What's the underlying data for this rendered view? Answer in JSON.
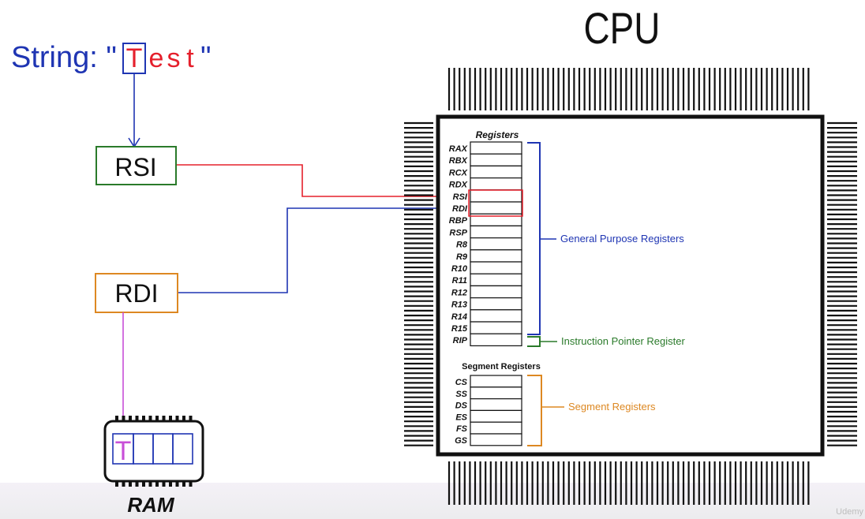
{
  "string_prefix": "String: \"",
  "string_chars": [
    "T",
    "e",
    "s",
    "t"
  ],
  "string_suffix": "\"",
  "cpu_title": "CPU",
  "rsi_box": "RSI",
  "rdi_box": "RDI",
  "ram_label": "RAM",
  "ram_first_cell": "T",
  "registers_title": "Registers",
  "general_registers": [
    "RAX",
    "RBX",
    "RCX",
    "RDX",
    "RSI",
    "RDI",
    "RBP",
    "RSP",
    "R8",
    "R9",
    "R10",
    "R11",
    "R12",
    "R13",
    "R14",
    "R15"
  ],
  "rip_label": "RIP",
  "segment_title": "Segment Registers",
  "segment_registers": [
    "CS",
    "SS",
    "DS",
    "ES",
    "FS",
    "GS"
  ],
  "annotations": {
    "general": "General Purpose Registers",
    "ip": "Instruction Pointer Register",
    "segment": "Segment Registers"
  },
  "watermark": "Udemy",
  "colors": {
    "blue": "#1f35b3",
    "red": "#e5202c",
    "green": "#2a7a2a",
    "orange": "#dd8822",
    "purple": "#c84fd8"
  }
}
